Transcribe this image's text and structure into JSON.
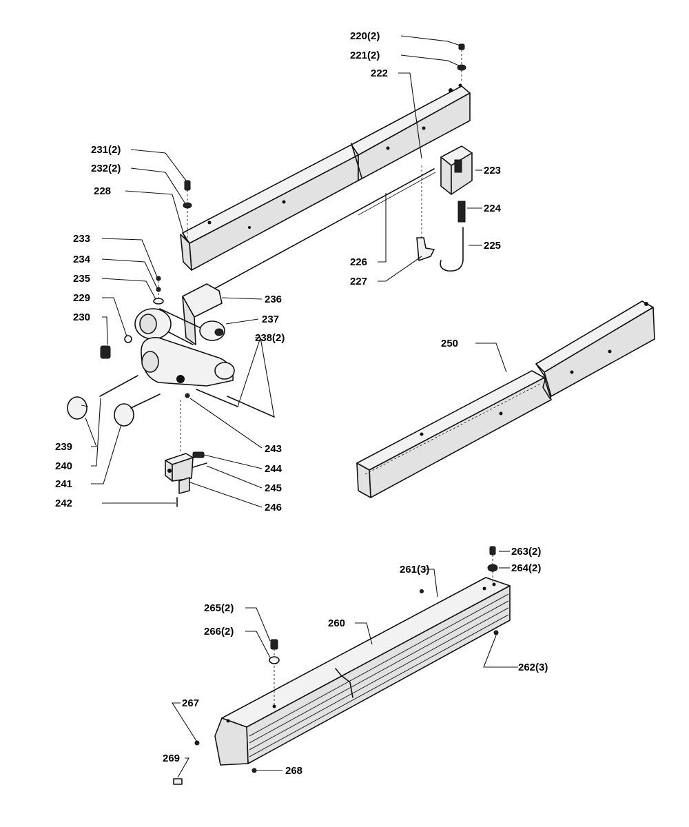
{
  "labels": {
    "p220": "220(2)",
    "p221": "221(2)",
    "p222": "222",
    "p223": "223",
    "p224": "224",
    "p225": "225",
    "p226": "226",
    "p227": "227",
    "p228": "228",
    "p229": "229",
    "p230": "230",
    "p231": "231(2)",
    "p232": "232(2)",
    "p233": "233",
    "p234": "234",
    "p235": "235",
    "p236": "236",
    "p237": "237",
    "p238": "238(2)",
    "p239": "239",
    "p240": "240",
    "p241": "241",
    "p242": "242",
    "p243": "243",
    "p244": "244",
    "p245": "245",
    "p246": "246",
    "p250": "250",
    "p260": "260",
    "p261": "261(3)",
    "p262": "262(3)",
    "p263": "263(2)",
    "p264": "264(2)",
    "p265": "265(2)",
    "p266": "266(2)",
    "p267": "267",
    "p268": "268",
    "p269": "269"
  }
}
